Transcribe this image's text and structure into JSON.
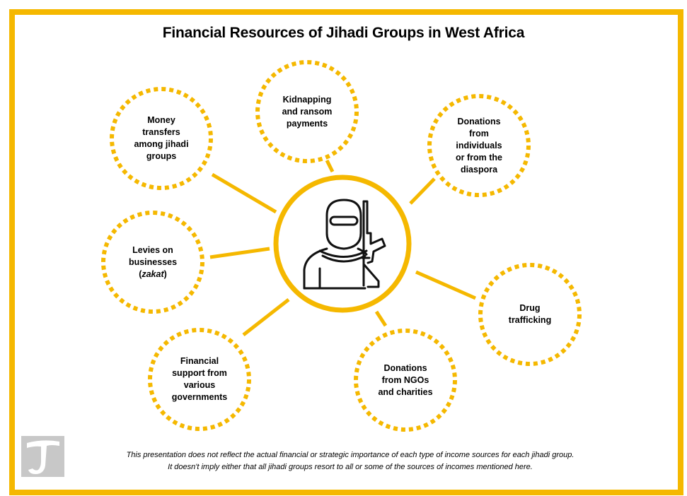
{
  "title": "Financial Resources of Jihadi Groups in West Africa",
  "colors": {
    "accent": "#f5b800",
    "text": "#000000",
    "logo_bg": "#c8c8c8"
  },
  "center_icon": "masked-militant-with-rifle-icon",
  "logo_icon": "publisher-logo-icon",
  "nodes": [
    {
      "id": "money-transfers",
      "lines": [
        "Money",
        "transfers",
        "among jihadi",
        "groups"
      ]
    },
    {
      "id": "kidnapping",
      "lines": [
        "Kidnapping",
        "and ransom",
        "payments"
      ]
    },
    {
      "id": "donations-individuals",
      "lines": [
        "Donations",
        "from",
        "individuals",
        "or from the",
        "diaspora"
      ]
    },
    {
      "id": "levies",
      "lines": [
        "Levies on",
        "businesses"
      ],
      "italic_line": "zakat"
    },
    {
      "id": "drug-trafficking",
      "lines": [
        "Drug",
        "trafficking"
      ]
    },
    {
      "id": "financial-support",
      "lines": [
        "Financial",
        "support from",
        "various",
        "governments"
      ]
    },
    {
      "id": "donations-ngos",
      "lines": [
        "Donations",
        "from NGOs",
        "and charities"
      ]
    }
  ],
  "footnote": {
    "line1": "This presentation  does not reflect the actual financial  or strategic importance  of each type  of income sources for each jihadi  group.",
    "line2": "It doesn't imply either that all jihadi  groups resort to all or some of the sources  of incomes mentioned  here."
  }
}
